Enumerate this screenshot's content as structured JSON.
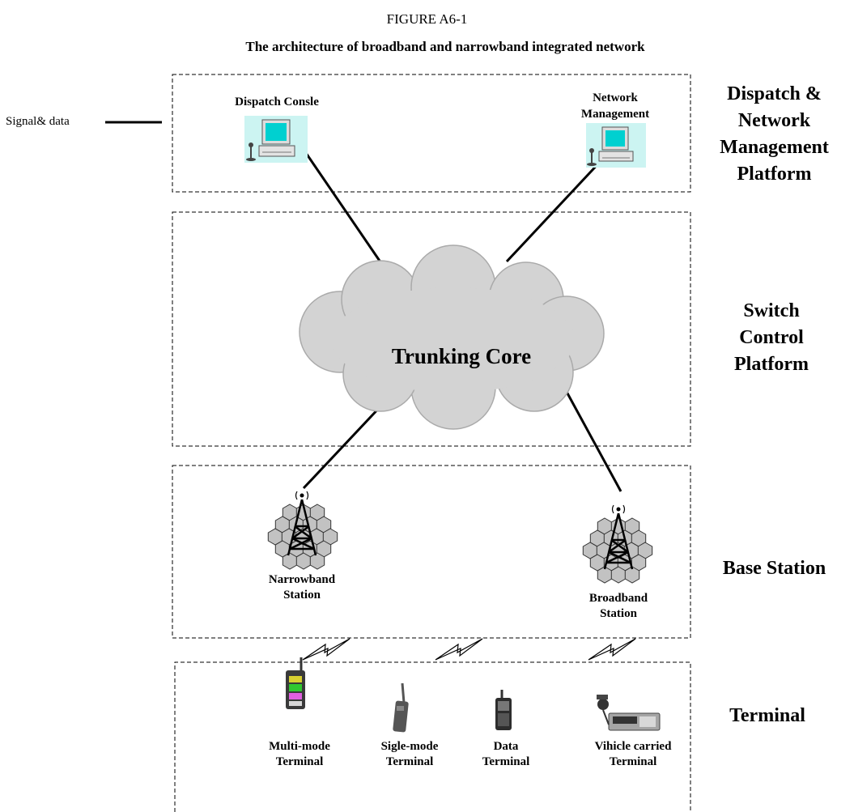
{
  "figure": {
    "number": "FIGURE A6-1",
    "title": "The architecture of broadband and narrowband integrated network"
  },
  "legend": {
    "label": "Signal& data"
  },
  "layers": {
    "dispatch": [
      "Dispatch &",
      "Network",
      "Management",
      "Platform"
    ],
    "switch": [
      "Switch",
      "Control",
      "Platform"
    ],
    "base": "Base Station",
    "terminal": "Terminal"
  },
  "nodes": {
    "dispatch_console": "Dispatch Consle",
    "network_management": [
      "Network",
      "Management"
    ],
    "trunking_core": "Trunking Core",
    "narrowband_station": [
      "Narrowband",
      "Station"
    ],
    "broadband_station": [
      "Broadband",
      "Station"
    ]
  },
  "terminals": [
    [
      "Multi-mode",
      "Terminal"
    ],
    [
      "Sigle-mode",
      "Terminal"
    ],
    [
      "Data",
      "Terminal"
    ],
    [
      "Vihicle carried",
      "Terminal"
    ]
  ]
}
